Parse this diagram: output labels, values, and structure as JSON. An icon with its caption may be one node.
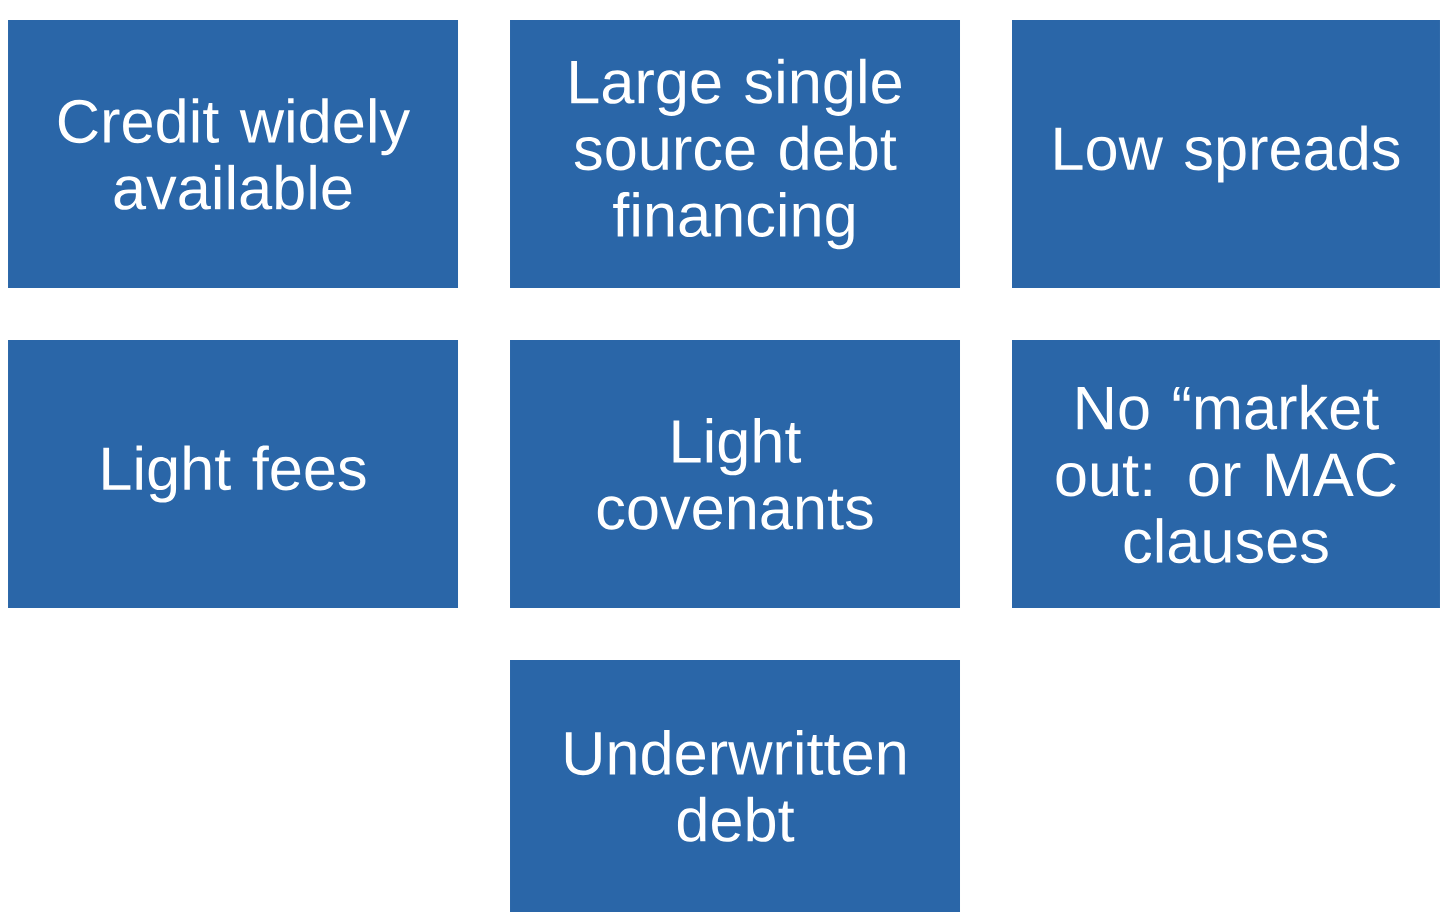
{
  "diagram": {
    "nodes": [
      {
        "text": [
          "Credit widely available"
        ]
      },
      {
        "text": [
          "Large single source debt financing"
        ]
      },
      {
        "text": [
          "Low spreads"
        ]
      },
      {
        "text": [
          "Light fees"
        ]
      },
      {
        "text": [
          "Light covenants"
        ]
      },
      {
        "text": [
          "No “market out: or MAC clauses"
        ]
      },
      {
        "text": [
          "Underwritten debt"
        ]
      }
    ]
  }
}
